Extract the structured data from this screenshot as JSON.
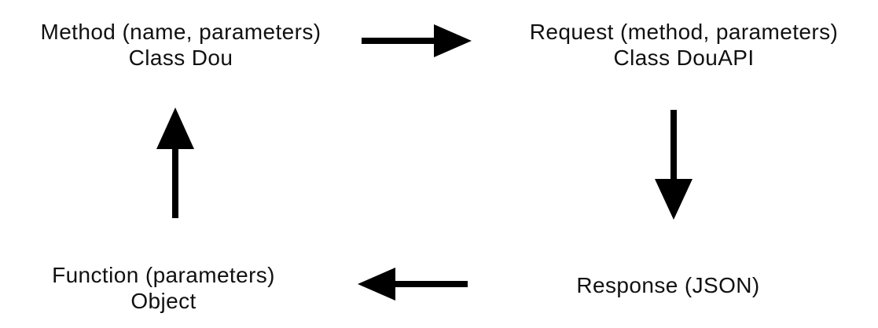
{
  "diagram": {
    "title": "API request-response cycle diagram",
    "background_color": "#ffffff",
    "text_color": "#111111",
    "arrow_color": "#000000",
    "nodes": {
      "top_left": {
        "line1": "Method (name, parameters)",
        "line2": "Class Dou"
      },
      "top_right": {
        "line1": "Request (method, parameters)",
        "line2": "Class DouAPI"
      },
      "bottom_right": {
        "line1": "Response (JSON)"
      },
      "bottom_left": {
        "line1": "Function (parameters)",
        "line2": "Object"
      }
    },
    "arrows": [
      {
        "id": "arrow-right",
        "direction": "right",
        "from": "top_left",
        "to": "top_right"
      },
      {
        "id": "arrow-down",
        "direction": "down",
        "from": "top_right",
        "to": "bottom_right"
      },
      {
        "id": "arrow-left",
        "direction": "left",
        "from": "bottom_right",
        "to": "bottom_left"
      },
      {
        "id": "arrow-up",
        "direction": "up",
        "from": "bottom_left",
        "to": "top_left"
      }
    ]
  }
}
